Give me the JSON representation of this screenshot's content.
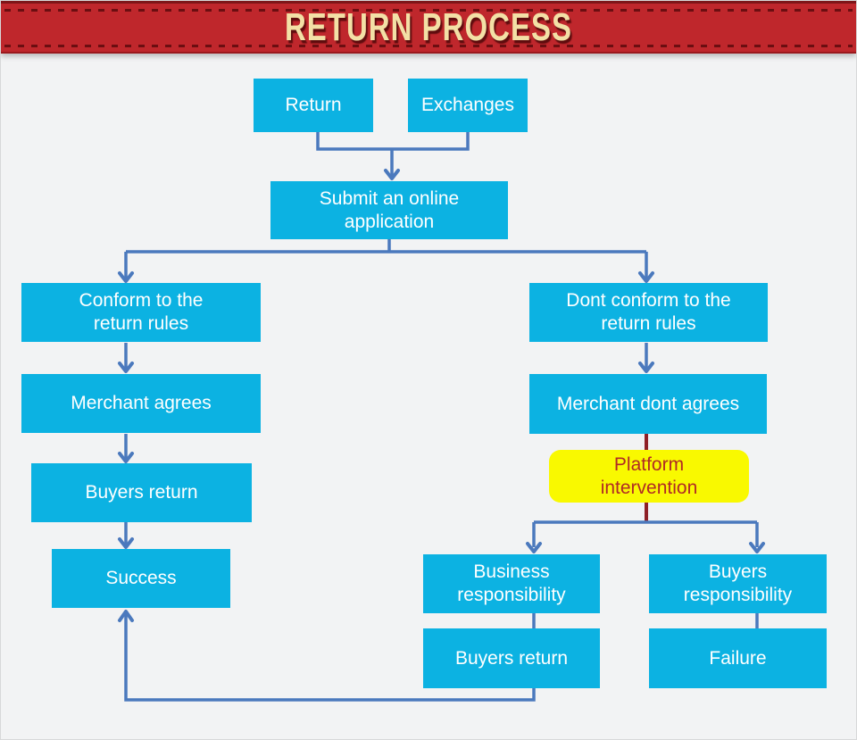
{
  "title": "RETURN PROCESS",
  "colors": {
    "banner_red": "#bf272c",
    "banner_dash": "#6b0e11",
    "title_gold": "#f3e0a6",
    "node_cyan": "#0cb2e2",
    "node_text": "#ffffff",
    "highlight_yellow": "#f9f900",
    "highlight_text_red": "#b02a25",
    "connector_blue": "#4b79bd",
    "connector_maroon": "#8e2026",
    "background": "#f2f3f4"
  },
  "nodes": {
    "return": {
      "label": "Return"
    },
    "exchanges": {
      "label": "Exchanges"
    },
    "submit": {
      "label": "Submit an online application"
    },
    "conform": {
      "label": "Conform to the return rules"
    },
    "dont_conform": {
      "label": "Dont conform to the return rules"
    },
    "merchant_agrees": {
      "label": "Merchant agrees"
    },
    "merchant_dont_agrees": {
      "label": "Merchant dont agrees"
    },
    "platform_intervention": {
      "label": "Platform intervention"
    },
    "buyers_return_left": {
      "label": "Buyers return"
    },
    "success": {
      "label": "Success"
    },
    "business_responsibility": {
      "label": "Business responsibility"
    },
    "buyers_responsibility": {
      "label": "Buyers responsibility"
    },
    "buyers_return_bottom": {
      "label": "Buyers return"
    },
    "failure": {
      "label": "Failure"
    }
  }
}
